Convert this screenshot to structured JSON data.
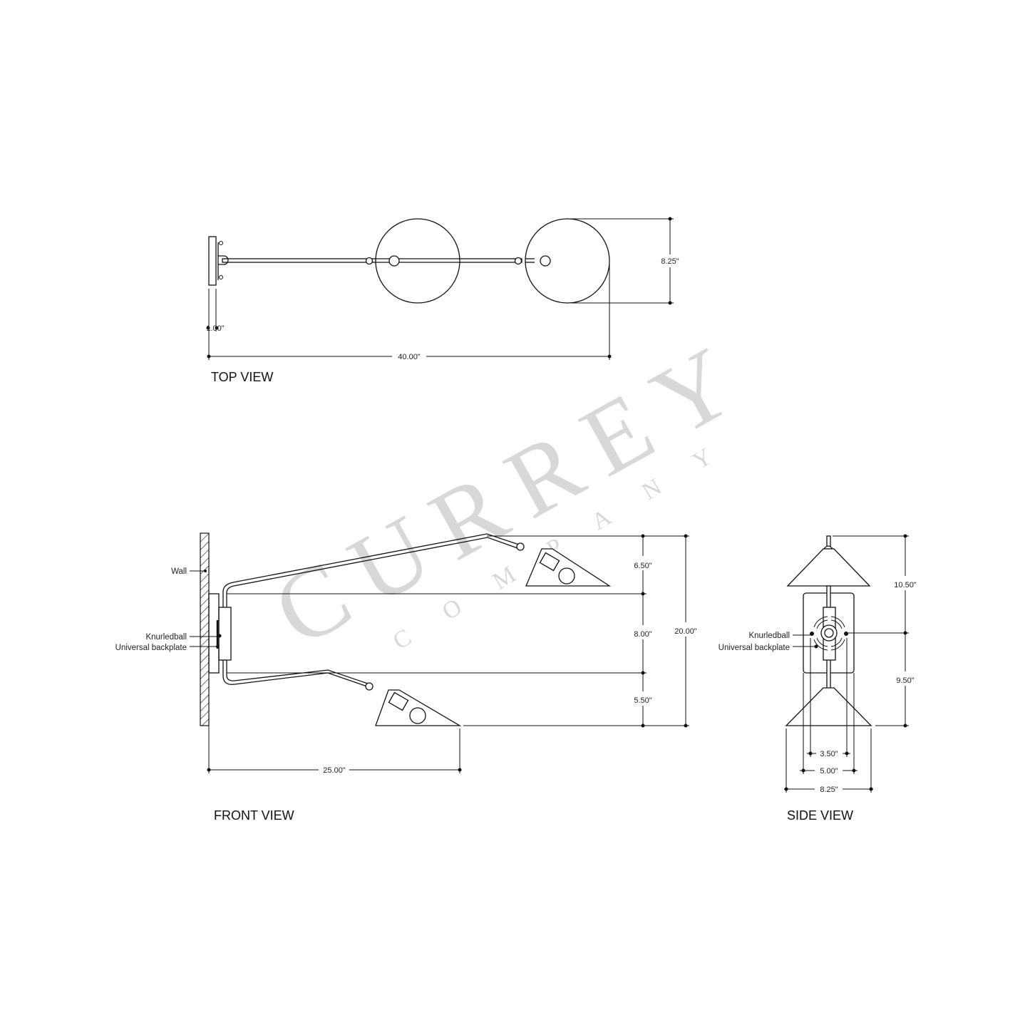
{
  "watermark": {
    "brand": "CURREY",
    "sub": "COMPANY"
  },
  "top_view": {
    "title": "TOP VIEW",
    "dims": {
      "depth": "1.00\"",
      "length": "40.00\"",
      "shade_diameter": "8.25\""
    }
  },
  "front_view": {
    "title": "FRONT VIEW",
    "labels": {
      "wall": "Wall",
      "knurledball": "Knurledball",
      "backplate": "Universal backplate"
    },
    "dims": {
      "top": "6.50\"",
      "middle": "8.00\"",
      "bottom": "5.50\"",
      "total_height": "20.00\"",
      "extension": "25.00\""
    }
  },
  "side_view": {
    "title": "SIDE VIEW",
    "labels": {
      "knurledball": "Knurledball",
      "backplate": "Universal backplate"
    },
    "dims": {
      "upper": "10.50\"",
      "lower": "9.50\"",
      "mount_spacing": "3.50\"",
      "backplate_width": "5.00\"",
      "shade_width": "8.25\""
    }
  }
}
